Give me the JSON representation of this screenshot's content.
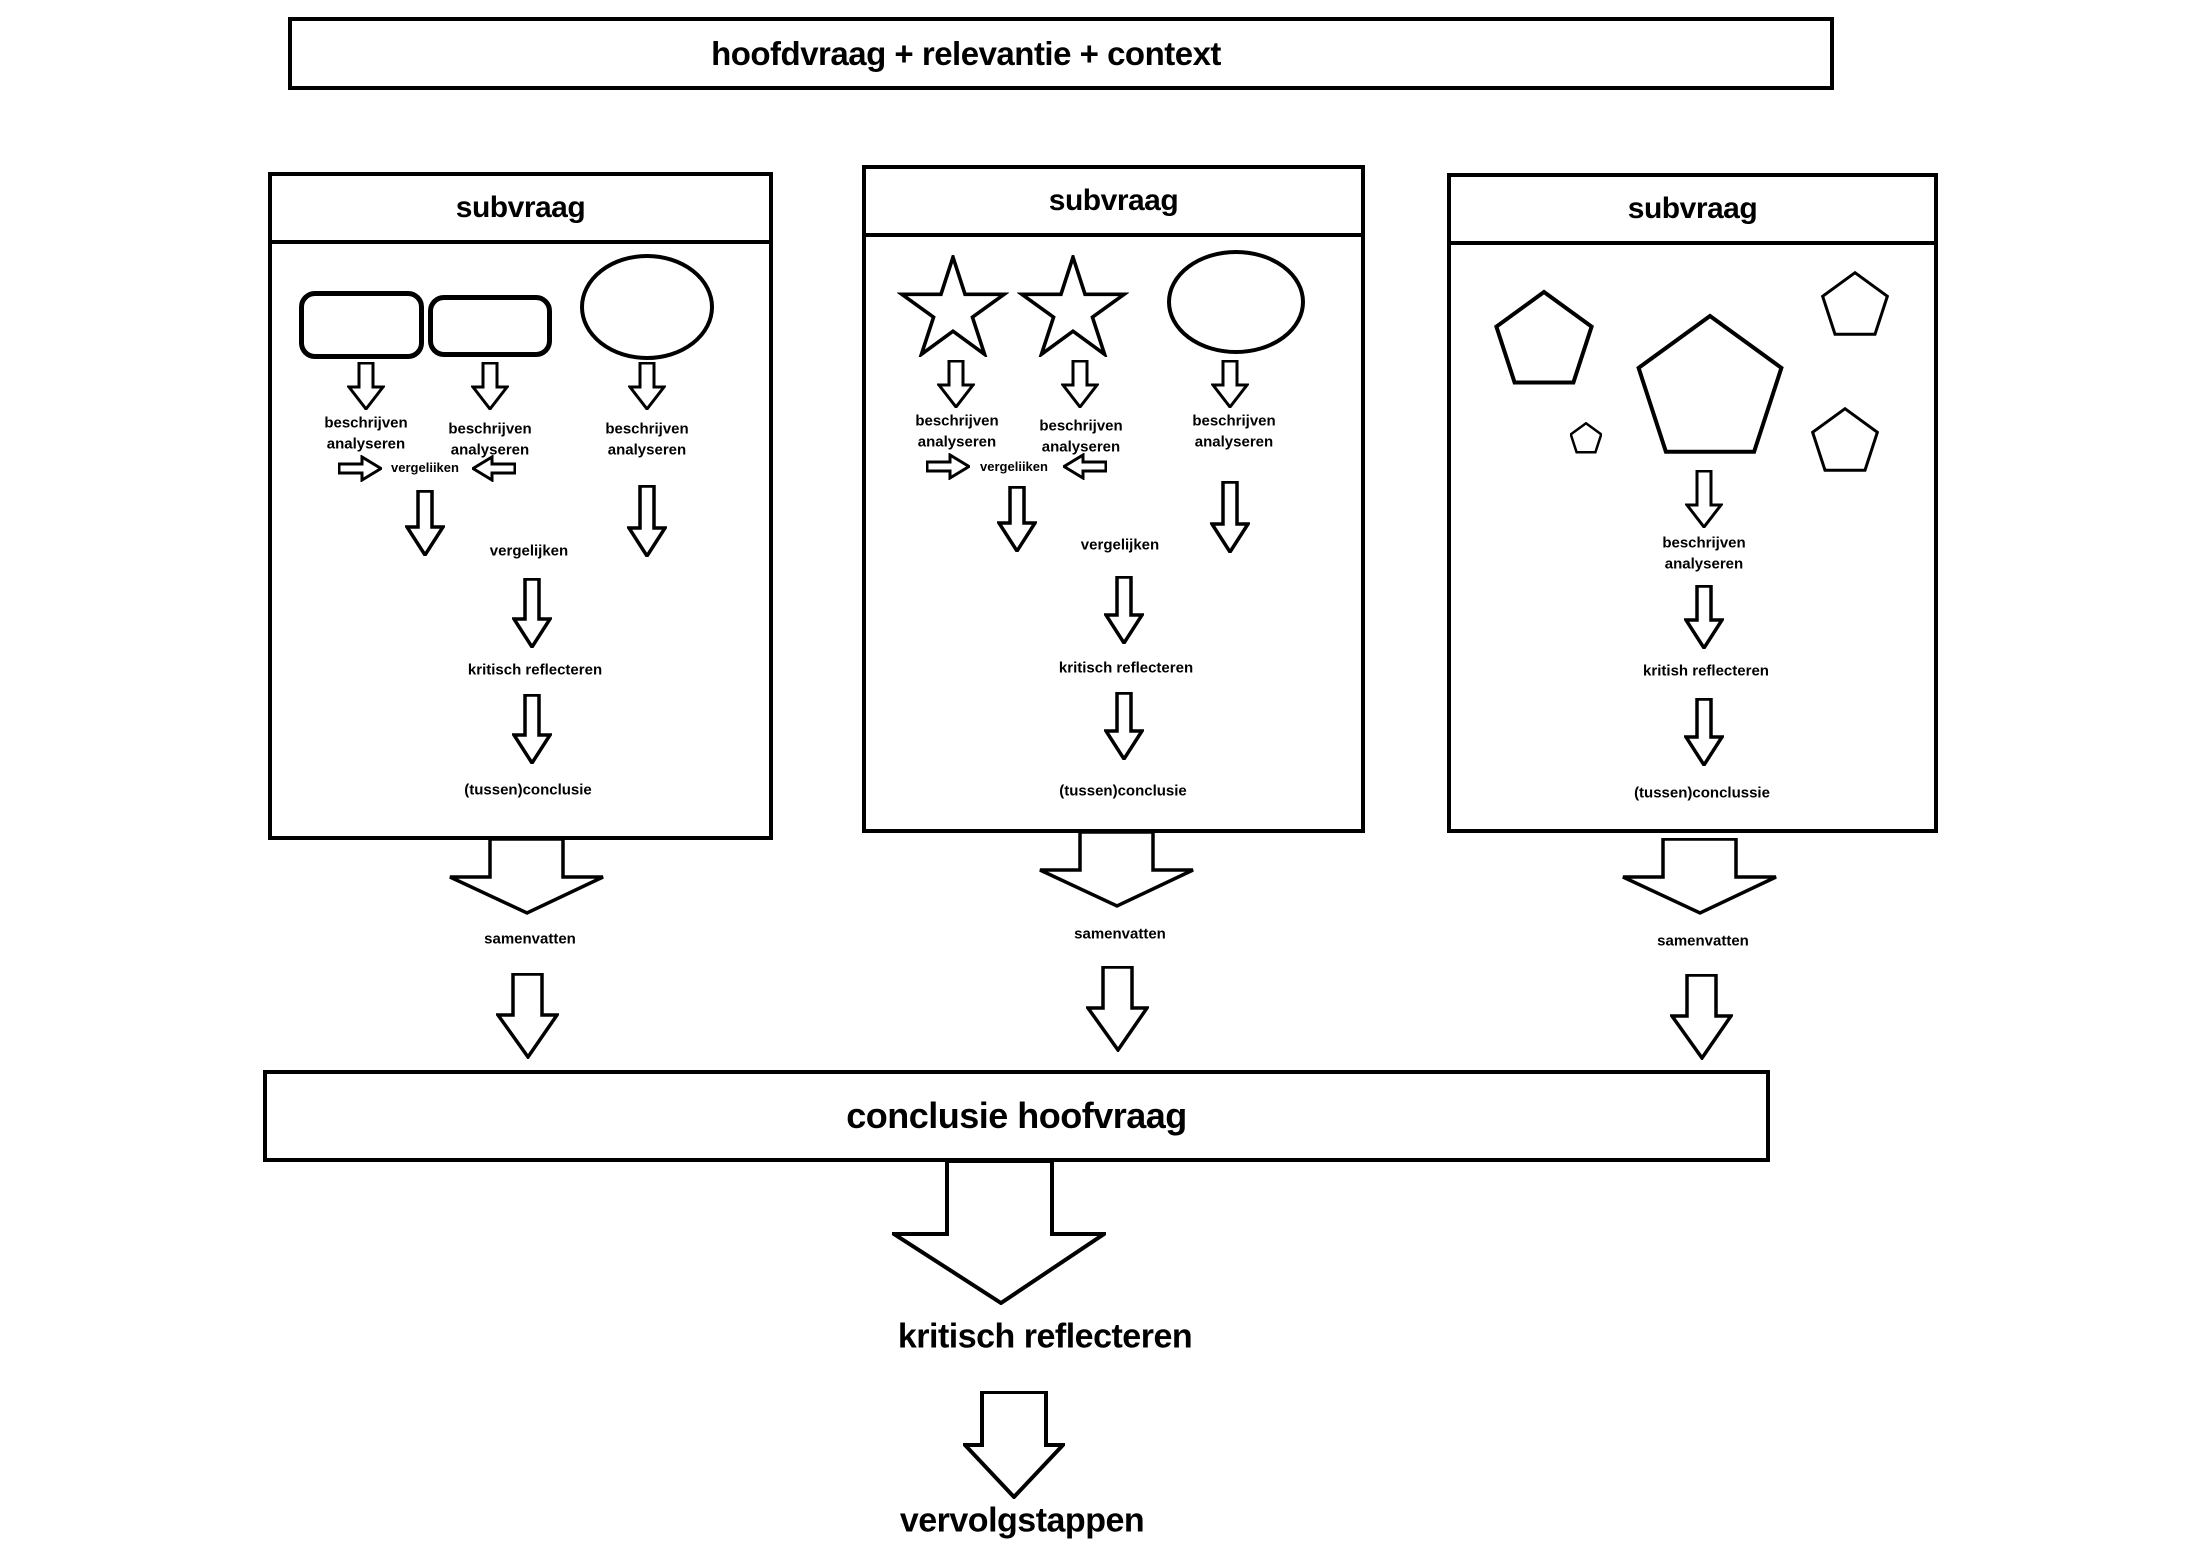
{
  "title": {
    "label": "hoofdvraag + relevantie + context"
  },
  "boxes": [
    {
      "header": "subvraag",
      "shapes": [
        "rounded-rectangle",
        "rounded-rectangle",
        "ellipse"
      ],
      "describe_a": "beschrijven\nanalyseren",
      "describe_b": "beschrijven\nanalyseren",
      "describe_c": "beschrijven\nanalyseren",
      "compare_small": "vergeliiken",
      "compare": "vergelijken",
      "reflect": "kritisch reflecteren",
      "interim_conclusion": "(tussen)conclusie",
      "summarize": "samenvatten"
    },
    {
      "header": "subvraag",
      "shapes": [
        "star",
        "star",
        "ellipse"
      ],
      "describe_a": "beschrijven\nanalyseren",
      "describe_b": "beschrijven\nanalyseren",
      "describe_c": "beschrijven\nanalyseren",
      "compare_small": "vergeliiken",
      "compare": "vergelijken",
      "reflect": "kritisch reflecteren",
      "interim_conclusion": "(tussen)conclusie",
      "summarize": "samenvatten"
    },
    {
      "header": "subvraag",
      "shapes": [
        "pentagon",
        "pentagon",
        "pentagon",
        "pentagon",
        "pentagon"
      ],
      "describe": "beschrijven\nanalyseren",
      "reflect": "kritish reflecteren",
      "interim_conclusion": "(tussen)conclussie",
      "summarize": "samenvatten"
    }
  ],
  "conclusion": {
    "label": "conclusie hoofvraag"
  },
  "final": {
    "reflect": "kritisch reflecteren",
    "next_steps": "vervolgstappen"
  },
  "colors": {
    "stroke": "#000000",
    "background": "#ffffff"
  }
}
